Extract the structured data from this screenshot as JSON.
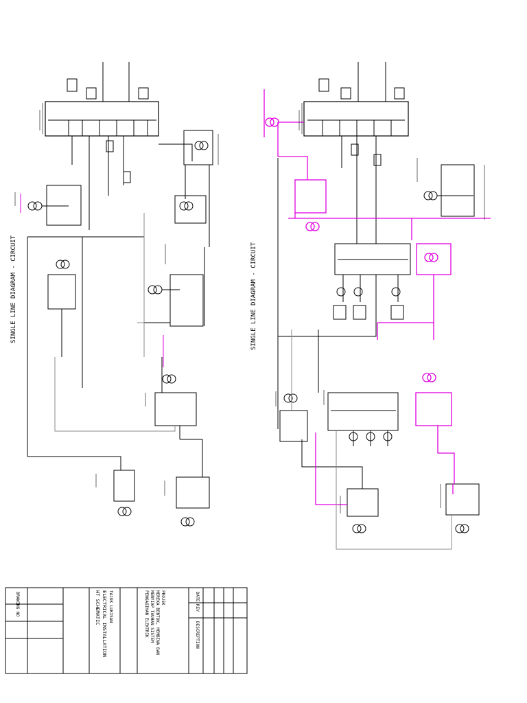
{
  "title_block": {
    "rev_header": "REV",
    "date_header": "DATE",
    "description_header": "DESCRIPTION",
    "project_lines": [
      "PROJEK",
      "MEREKA BENTUK, MEMBINA DAN",
      "MENYIAP TAUHAN SISTEM",
      "PENGAGIHAN ELEKTRIK"
    ],
    "drawing_lines": [
      "TAJUK LUKISAN",
      "ELECTRICAL INSTALLATION",
      "HT SCHEMATIC"
    ],
    "drawing_no": "DRAWING NO"
  },
  "diagram": {
    "left_section_title": "SINGLE LINE DIAGRAM - CIRCUIT",
    "right_section_title": "SINGLE LINE DIAGRAM - CIRCUIT",
    "colors": {
      "line": "#000000",
      "accent": "#e000e0",
      "feeder": "#888888"
    }
  }
}
